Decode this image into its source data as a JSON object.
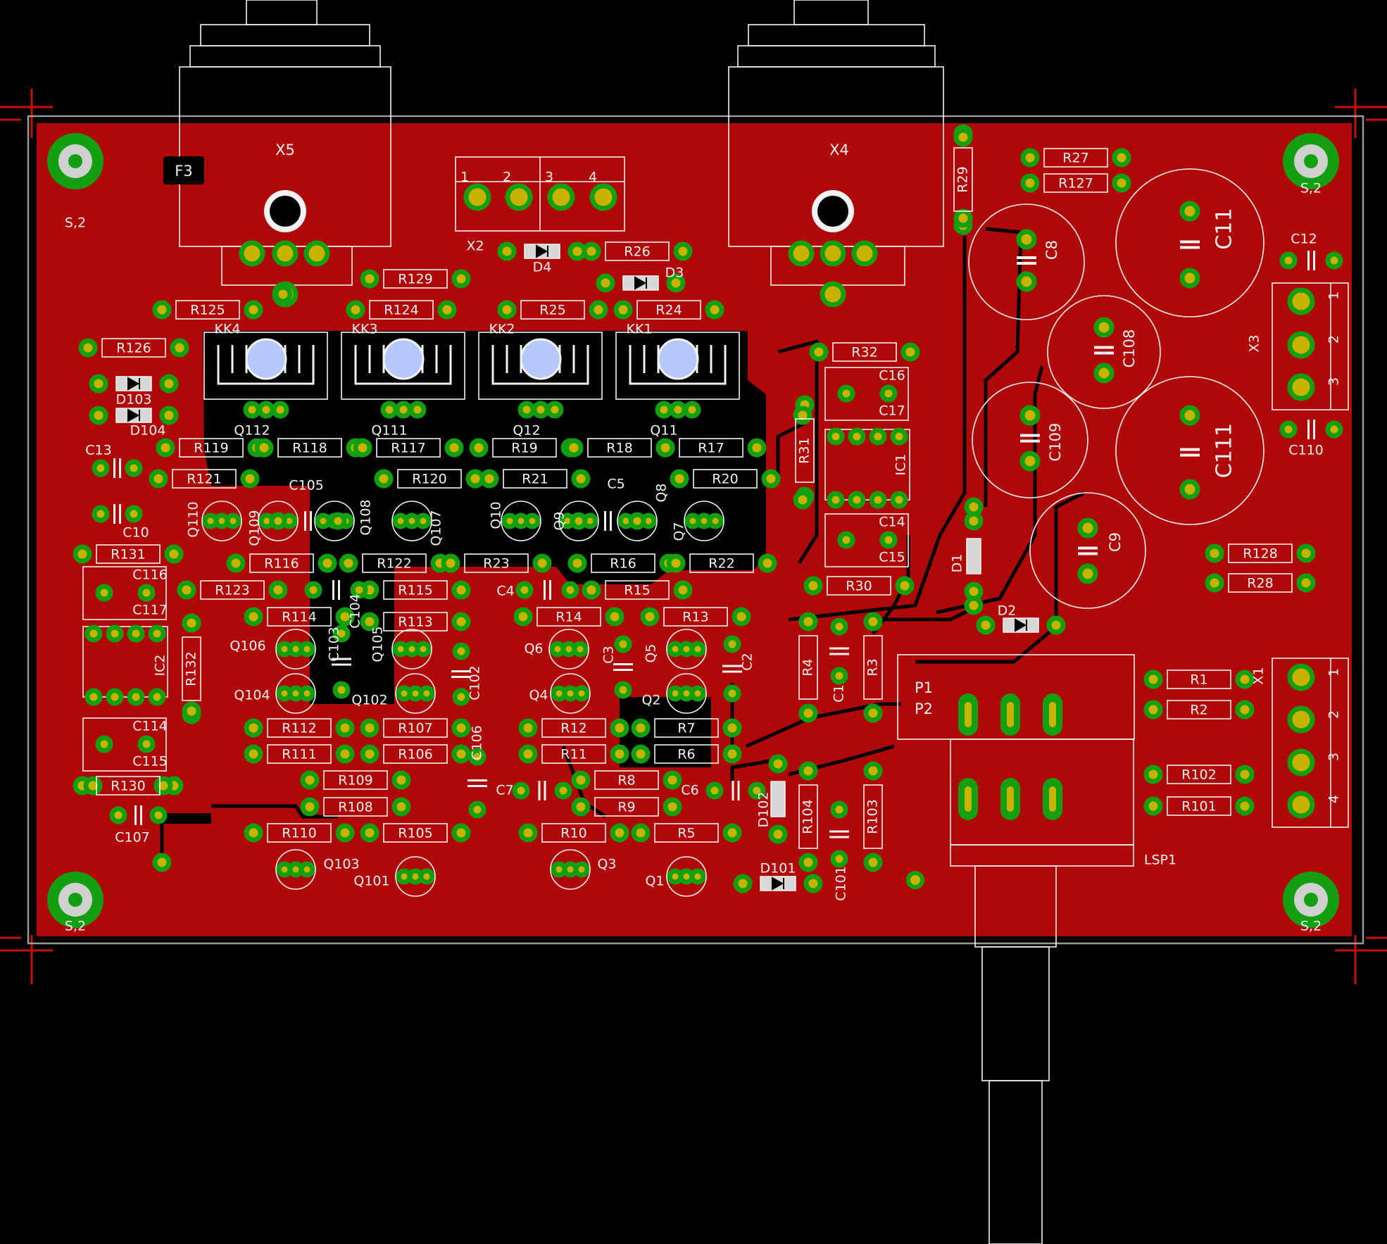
{
  "board": {
    "copper_color": "#b00808",
    "silk_color": "#f2f2f2",
    "pad_color": "#12a012",
    "pad_hole_color": "#c8b400",
    "trace_color": "#000000",
    "background_color": "#000000"
  },
  "labels": {
    "X5": "X5",
    "X4": "X4",
    "X2": "X2",
    "X3": "X3",
    "X1": "X1",
    "F3": "F3",
    "KK1": "KK1",
    "KK2": "KK2",
    "KK3": "KK3",
    "KK4": "KK4",
    "P1": "P1",
    "P2": "P2",
    "LSP1": "LSP1",
    "S2": "S,2",
    "IC1": "IC1",
    "IC2": "IC2",
    "D1": "D1",
    "D2": "D2",
    "D3": "D3",
    "D4": "D4",
    "D101": "D101",
    "D102": "D102",
    "D103": "D103",
    "D104": "D104",
    "C1": "C1",
    "C2": "C2",
    "C3": "C3",
    "C4": "C4",
    "C5": "C5",
    "C6": "C6",
    "C7": "C7",
    "C8": "C8",
    "C9": "C9",
    "C10": "C10",
    "C11": "C11",
    "C12": "C12",
    "C13": "C13",
    "C14": "C14",
    "C15": "C15",
    "C16": "C16",
    "C17": "C17",
    "C101": "C101",
    "C102": "C102",
    "C103": "C103",
    "C104": "C104",
    "C105": "C105",
    "C106": "C106",
    "C107": "C107",
    "C108": "C108",
    "C109": "C109",
    "C110": "C110",
    "C111": "C111",
    "C114": "C114",
    "C115": "C115",
    "C116": "C116",
    "C117": "C117",
    "Q1": "Q1",
    "Q2": "Q2",
    "Q3": "Q3",
    "Q4": "Q4",
    "Q5": "Q5",
    "Q6": "Q6",
    "Q7": "Q7",
    "Q8": "Q8",
    "Q9": "Q9",
    "Q10": "Q10",
    "Q11": "Q11",
    "Q12": "Q12",
    "Q101": "Q101",
    "Q102": "Q102",
    "Q103": "Q103",
    "Q104": "Q104",
    "Q105": "Q105",
    "Q106": "Q106",
    "Q107": "Q107",
    "Q108": "Q108",
    "Q109": "Q109",
    "Q110": "Q110",
    "Q111": "Q111",
    "Q112": "Q112",
    "R1": "R1",
    "R2": "R2",
    "R3": "R3",
    "R4": "R4",
    "R5": "R5",
    "R6": "R6",
    "R7": "R7",
    "R8": "R8",
    "R9": "R9",
    "R10": "R10",
    "R11": "R11",
    "R12": "R12",
    "R13": "R13",
    "R14": "R14",
    "R15": "R15",
    "R16": "R16",
    "R17": "R17",
    "R18": "R18",
    "R19": "R19",
    "R20": "R20",
    "R21": "R21",
    "R22": "R22",
    "R23": "R23",
    "R24": "R24",
    "R25": "R25",
    "R26": "R26",
    "R27": "R27",
    "R28": "R28",
    "R29": "R29",
    "R30": "R30",
    "R31": "R31",
    "R32": "R32",
    "R101": "R101",
    "R102": "R102",
    "R103": "R103",
    "R104": "R104",
    "R105": "R105",
    "R106": "R106",
    "R107": "R107",
    "R108": "R108",
    "R109": "R109",
    "R110": "R110",
    "R111": "R111",
    "R112": "R112",
    "R113": "R113",
    "R114": "R114",
    "R115": "R115",
    "R116": "R116",
    "R117": "R117",
    "R118": "R118",
    "R119": "R119",
    "R120": "R120",
    "R121": "R121",
    "R122": "R122",
    "R123": "R123",
    "R124": "R124",
    "R125": "R125",
    "R126": "R126",
    "R127": "R127",
    "R128": "R128",
    "R129": "R129",
    "R130": "R130",
    "R131": "R131",
    "R132": "R132",
    "pin1": "1",
    "pin2": "2",
    "pin3": "3",
    "pin4": "4"
  }
}
